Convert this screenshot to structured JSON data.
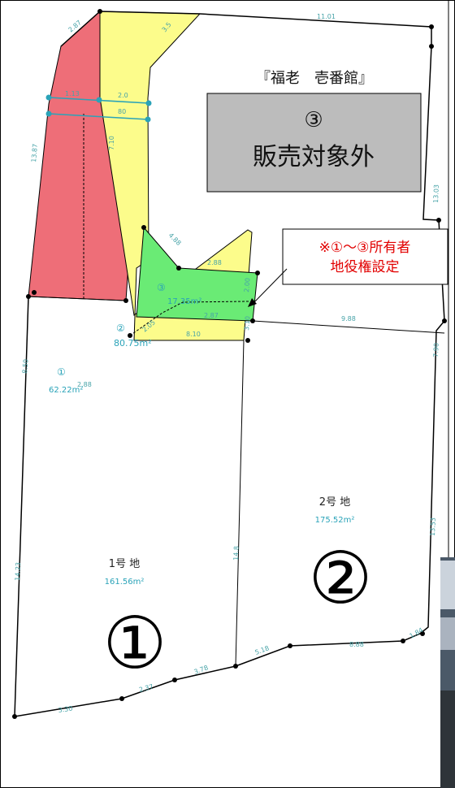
{
  "title": "『福老　壱番館』",
  "notice": {
    "num": "③",
    "text": "販売対象外"
  },
  "annotation": {
    "line1": "※①～③所有者",
    "line2": "地役権設定"
  },
  "lot1": {
    "name": "1号 地",
    "area": "161.56m²",
    "big_num": "①"
  },
  "lot2": {
    "name": "2号 地",
    "area": "175.52m²",
    "big_num": "②"
  },
  "easements": {
    "red": {
      "num": "①",
      "area": "62.22m²"
    },
    "yellow": {
      "num": "②",
      "area": "80.75m²"
    },
    "green": {
      "num": "③",
      "area": "17.35m²"
    }
  },
  "dimensions": [
    "2.87",
    "3.5",
    "11.01",
    "1.13",
    "2.0",
    "80",
    "13.87",
    "7.10",
    "13.03",
    "4.88",
    "2.88",
    "2.00",
    "9.88",
    "7.90",
    "2.87",
    "2.05",
    "8.50",
    "8.10",
    "3.10",
    "2.88",
    "14.8",
    "14.23",
    "13.53",
    "8.88",
    "3.30",
    "2.37",
    "3.78",
    "5.18",
    "1.84"
  ],
  "colors": {
    "red": "#ee6e78",
    "yellow": "#fcfc8b",
    "green": "#6aeb75",
    "gray": "#bcbcbc",
    "accent_red": "#e20000",
    "teal": "#2aa3b8"
  }
}
